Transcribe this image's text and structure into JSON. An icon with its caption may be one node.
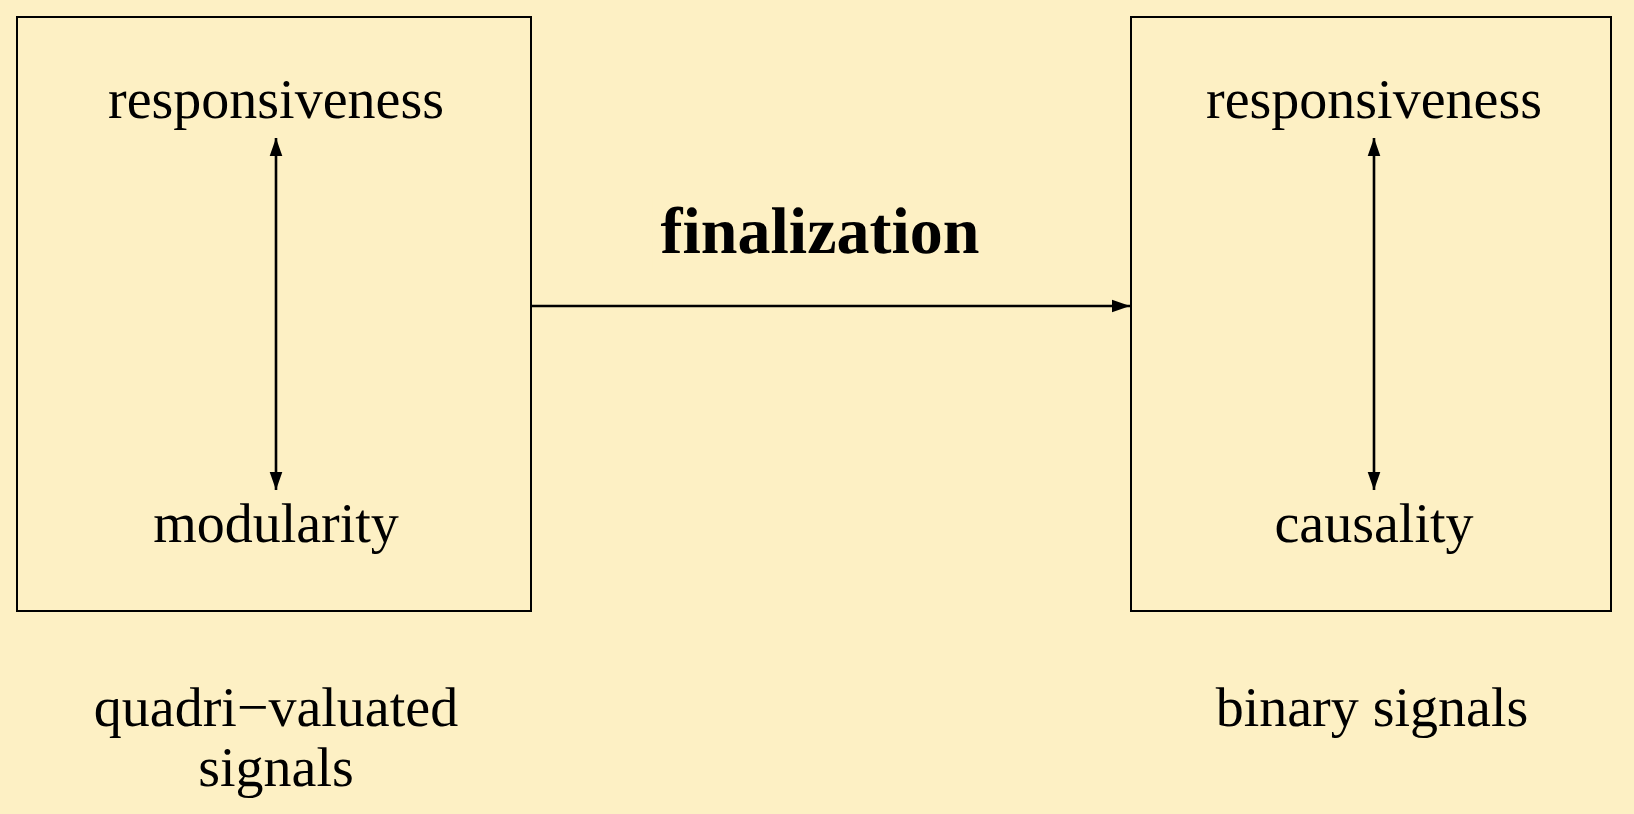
{
  "diagram": {
    "nodes": [
      {
        "text": [],
        "shape": "box",
        "beside": [
          "quadri−valuated signals"
        ]
      },
      {
        "text": [
          "responsiveness"
        ],
        "in": 0
      },
      {
        "text": [
          "modularity"
        ],
        "in": 0
      },
      {
        "text": [],
        "shape": "box",
        "beside": [
          "binary signals"
        ]
      },
      {
        "text": [
          "responsiveness"
        ],
        "in": 3
      },
      {
        "text": [
          "causality"
        ],
        "in": 3
      }
    ],
    "edges": [
      {
        "from": 1,
        "to": 2,
        "arrow": "both"
      },
      {
        "from": 0,
        "to": 3,
        "arrow": "to",
        "label": "finalization"
      },
      {
        "from": 4,
        "to": 5,
        "arrow": "both"
      }
    ]
  }
}
